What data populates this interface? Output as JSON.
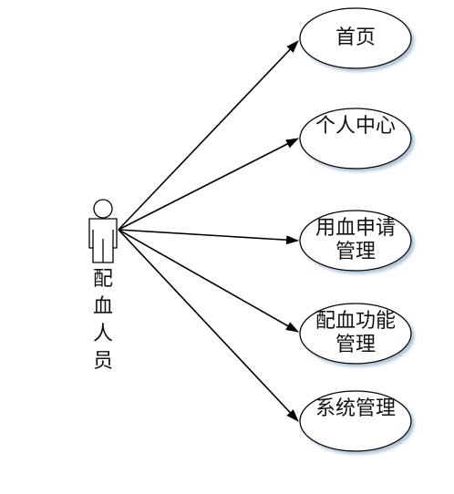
{
  "actor": {
    "label": "配血人员"
  },
  "use_cases": [
    {
      "label": "首页"
    },
    {
      "label": "个人中心"
    },
    {
      "label": "用血申请管理"
    },
    {
      "label": "配血功能管理"
    },
    {
      "label": "系统管理"
    }
  ]
}
